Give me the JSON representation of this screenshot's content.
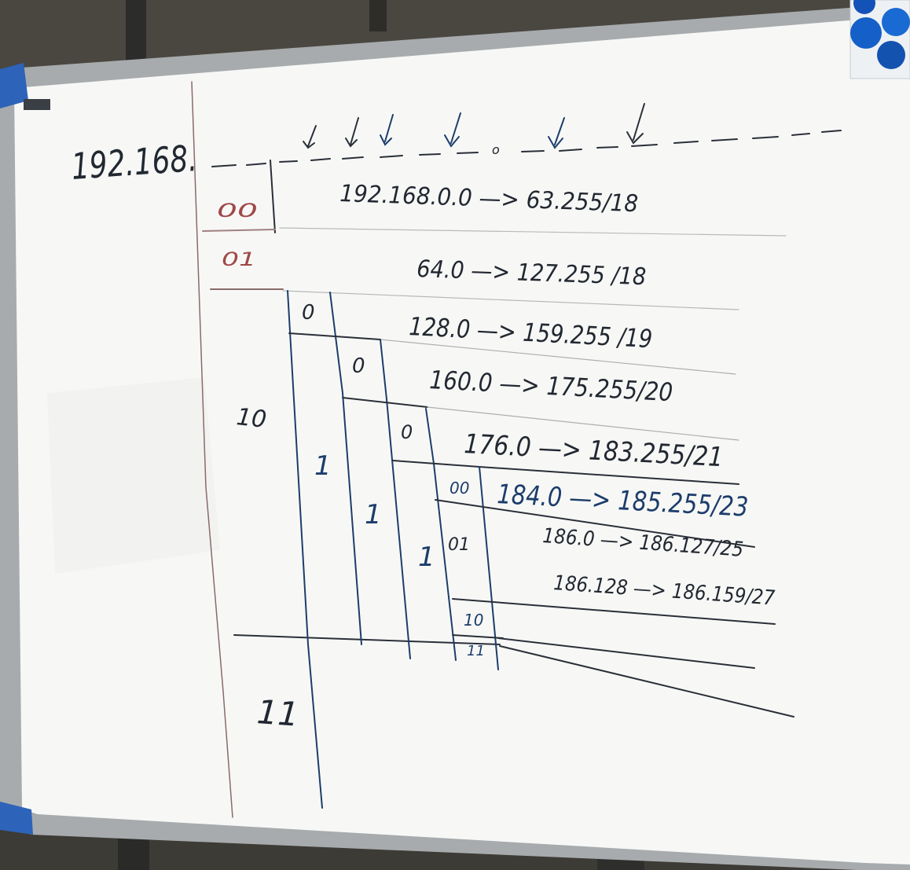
{
  "whiteboard": {
    "ip_prefix": "192.168.",
    "dot": "o",
    "rows": [
      {
        "bits": "00",
        "range": "192.168.0.0 —> 63.255/18"
      },
      {
        "bits": "01",
        "range": "64.0 —> 127.255 /18"
      }
    ],
    "branch_10": {
      "bits": "10",
      "level1": {
        "bit0": "0",
        "bit1": "1",
        "range": "128.0 —> 159.255 /19"
      },
      "level2": {
        "bit0": "0",
        "bit1": "1",
        "range": "160.0 —> 175.255/20"
      },
      "level3": {
        "bit0": "0",
        "bit1": "1",
        "range": "176.0 —> 183.255/21"
      },
      "level4": {
        "b00": "00",
        "b01": "01",
        "b10": "10",
        "b11": "11",
        "range_00": "184.0 —> 185.255/23",
        "range_01a": "186.0 —> 186.127/25",
        "range_01b": "186.128 —> 186.159/27"
      }
    },
    "branch_11": {
      "bits": "11"
    }
  },
  "colors": {
    "board": "#f7f8f6",
    "frame": "#9fa4a6",
    "marker_black": "#222831",
    "marker_blue": "#1d3d6b",
    "marker_red": "#a04848",
    "magnet": "#1560c8"
  }
}
